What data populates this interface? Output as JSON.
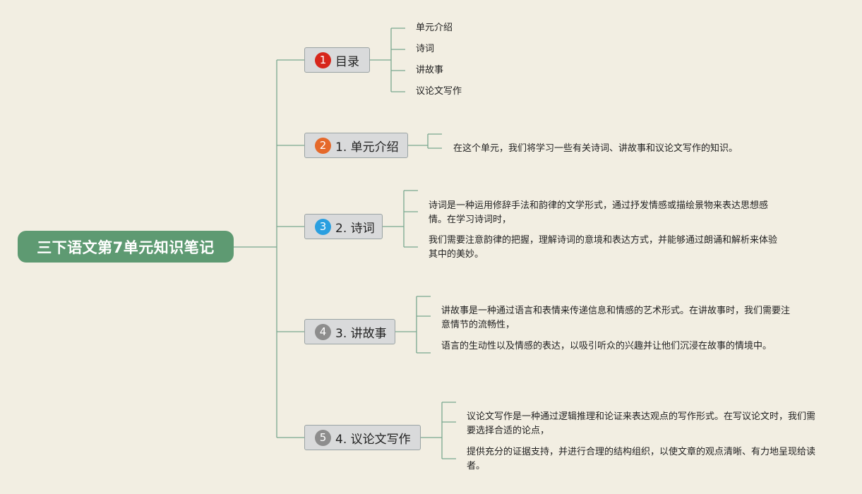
{
  "root": {
    "title": "三下语文第7单元知识笔记"
  },
  "colors": {
    "background": "#f2eee2",
    "root": "#5e9a72",
    "line": "#7aa890",
    "badge_red": "#d7261b",
    "badge_orange": "#e5692a",
    "badge_blue": "#2a9fe0",
    "badge_gray": "#8d8d8d"
  },
  "branches": [
    {
      "badge": "1",
      "label": "目录",
      "children": [
        "单元介绍",
        "诗词",
        "讲故事",
        "议论文写作"
      ]
    },
    {
      "badge": "2",
      "label": "1. 单元介绍",
      "children": [
        "",
        "在这个单元，我们将学习一些有关诗词、讲故事和议论文写作的知识。"
      ]
    },
    {
      "badge": "3",
      "label": "2. 诗词",
      "children": [
        "诗词是一种运用修辞手法和韵律的文学形式，通过抒发情感或描绘景物来表达思想感情。在学习诗词时，",
        "我们需要注意韵律的把握，理解诗词的意境和表达方式，并能够通过朗诵和解析来体验其中的美妙。"
      ]
    },
    {
      "badge": "4",
      "label": "3. 讲故事",
      "children": [
        "讲故事是一种通过语言和表情来传递信息和情感的艺术形式。在讲故事时，我们需要注意情节的流畅性，",
        "语言的生动性以及情感的表达，以吸引听众的兴趣并让他们沉浸在故事的情境中。"
      ]
    },
    {
      "badge": "5",
      "label": "4. 议论文写作",
      "children": [
        "议论文写作是一种通过逻辑推理和论证来表达观点的写作形式。在写议论文时，我们需要选择合适的论点，",
        "提供充分的证据支持，并进行合理的结构组织，以使文章的观点清晰、有力地呈现给读者。"
      ]
    }
  ]
}
